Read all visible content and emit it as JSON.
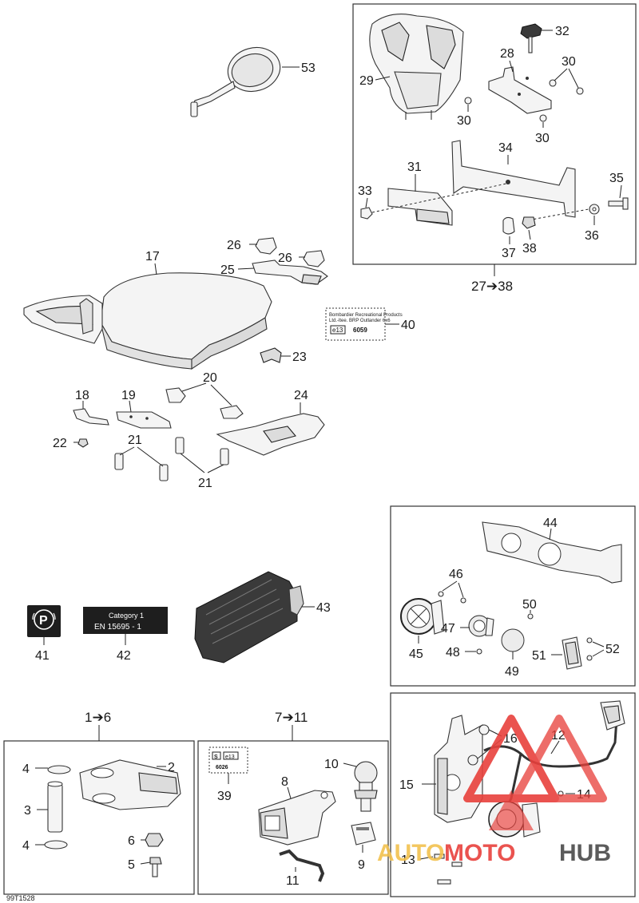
{
  "diagram_id": "99T1528",
  "callouts": {
    "c1_6": "1➔6",
    "c7_11": "7➔11",
    "c27_38": "27➔38",
    "n2": "2",
    "n3": "3",
    "n4a": "4",
    "n4b": "4",
    "n5": "5",
    "n6": "6",
    "n8": "8",
    "n9": "9",
    "n10": "10",
    "n11": "11",
    "n12": "12",
    "n13": "13",
    "n14": "14",
    "n15": "15",
    "n16": "16",
    "n17": "17",
    "n18": "18",
    "n19": "19",
    "n20": "20",
    "n21a": "21",
    "n21b": "21",
    "n22": "22",
    "n23": "23",
    "n24": "24",
    "n25": "25",
    "n26a": "26",
    "n26b": "26",
    "n28": "28",
    "n29": "29",
    "n30a": "30",
    "n30b": "30",
    "n30c": "30",
    "n31": "31",
    "n32": "32",
    "n33": "33",
    "n34": "34",
    "n35": "35",
    "n36": "36",
    "n37": "37",
    "n38": "38",
    "n39": "39",
    "n40": "40",
    "n41": "41",
    "n42": "42",
    "n43": "43",
    "n44": "44",
    "n45": "45",
    "n46": "46",
    "n47": "47",
    "n48": "48",
    "n49": "49",
    "n50": "50",
    "n51": "51",
    "n52": "52",
    "n53": "53"
  },
  "labels": {
    "category_line1": "Category 1",
    "category_line2": "EN  15695  -  1",
    "park_symbol": "P",
    "label40_line1": "Bombardier Recreational Products",
    "label40_line2": "Ltd.-ltee. BRP Outlander 6x6",
    "label40_code": "e13",
    "label40_num": "6059",
    "label39_s": "S",
    "label39_code": "e13",
    "label39_num": "6026"
  },
  "watermark": {
    "part1": "AUTO",
    "part2": "MOTO",
    "part3": "HUB",
    "color_primary": "#e8413c",
    "color_secondary": "#f2c14e",
    "color_dark": "#4a4a4a"
  }
}
